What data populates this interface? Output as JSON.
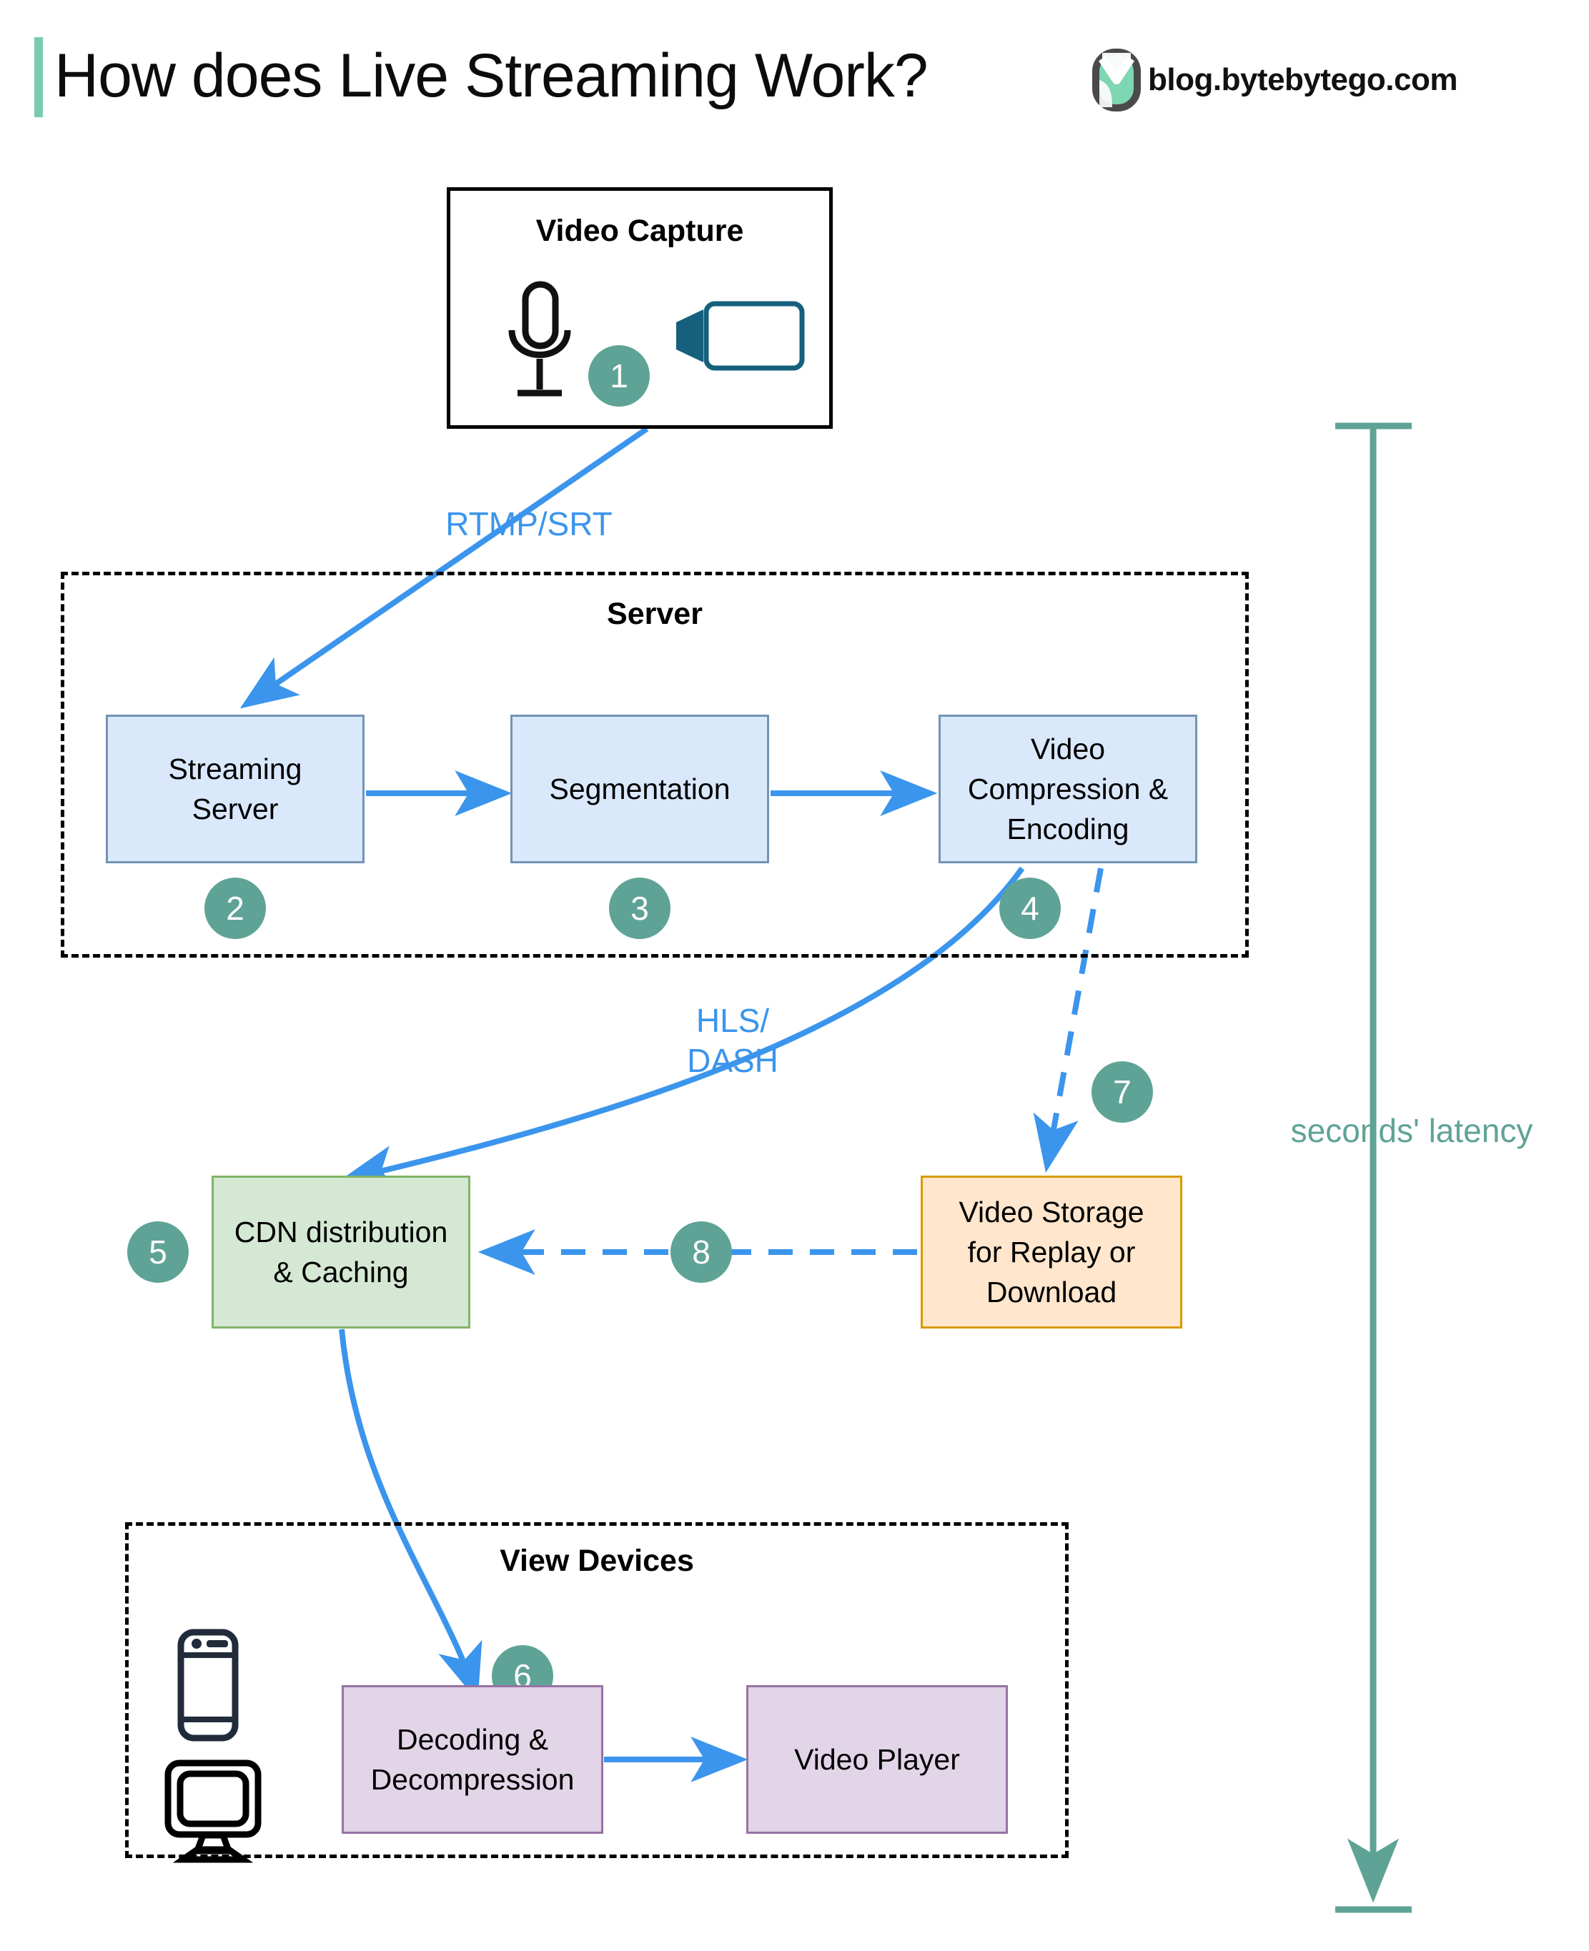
{
  "header": {
    "title": "How does Live Streaming Work?",
    "brand_text": "blog.bytebytego.com",
    "accent_color": "#79CBB0",
    "bar_icon": "accent-bar"
  },
  "colors": {
    "badge": "#5FA396",
    "edge_blue": "#3B95EC",
    "blue_fill": "#DAE8FC",
    "blue_stroke": "#7393B3",
    "green_fill": "#D5E8D4",
    "green_stroke": "#82B366",
    "orange_fill": "#FFE6CC",
    "orange_stroke": "#D79B00",
    "purple_fill": "#E1D5E7",
    "purple_stroke": "#9673A6",
    "latency": "#5FA396"
  },
  "groups": {
    "video_capture": {
      "label": "Video Capture"
    },
    "server": {
      "label": "Server"
    },
    "view_devices": {
      "label": "View Devices"
    }
  },
  "nodes": {
    "streaming_server": {
      "label": "Streaming\nServer",
      "step": "2"
    },
    "segmentation": {
      "label": "Segmentation",
      "step": "3"
    },
    "video_compression": {
      "label": "Video\nCompression &\nEncoding",
      "step": "4"
    },
    "cdn": {
      "label": "CDN distribution\n& Caching",
      "step": "5"
    },
    "video_storage": {
      "label": "Video Storage\nfor Replay or\nDownload",
      "step": "7"
    },
    "decoding": {
      "label": "Decoding &\nDecompression",
      "step": "6"
    },
    "video_player": {
      "label": "Video Player"
    }
  },
  "steps": {
    "s1": "1",
    "s2": "2",
    "s3": "3",
    "s4": "4",
    "s5": "5",
    "s6": "6",
    "s7": "7",
    "s8": "8"
  },
  "edges": {
    "rtmp_srt": "RTMP/SRT",
    "hls_dash": "HLS/\nDASH"
  },
  "latency": {
    "label": "seconds' latency"
  },
  "icons": {
    "microphone": "microphone-icon",
    "camcorder": "camcorder-icon",
    "phone": "smartphone-icon",
    "monitor": "desktop-monitor-icon"
  }
}
